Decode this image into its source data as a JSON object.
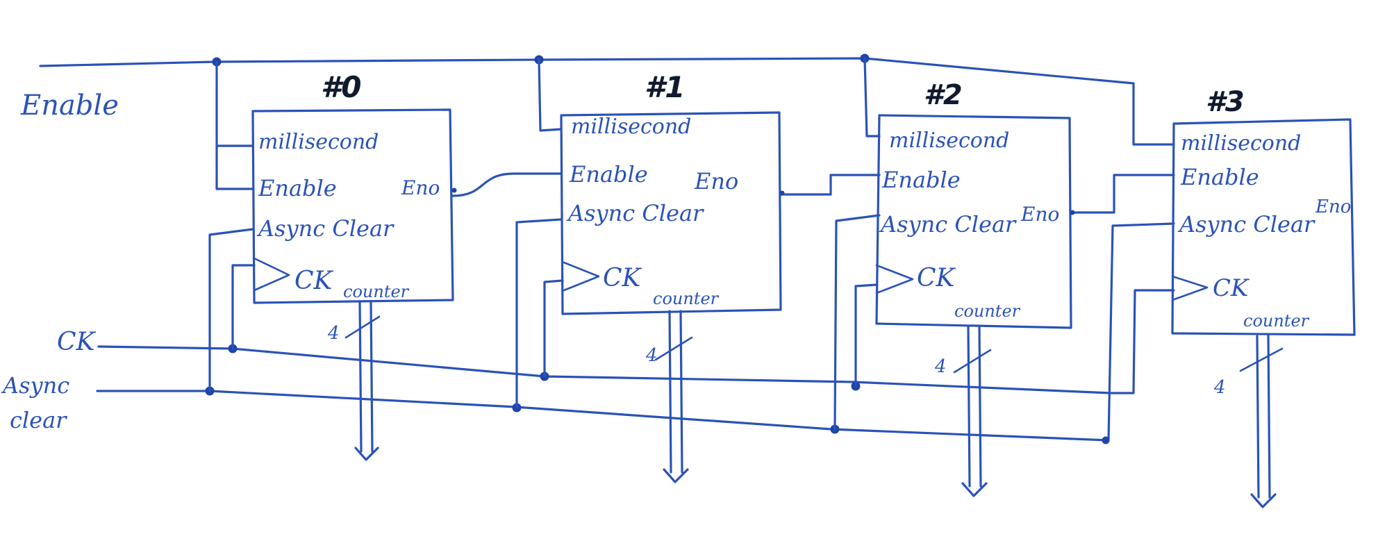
{
  "signals": {
    "enable": "Enable",
    "ck": "CK",
    "async_line1": "Async",
    "async_line2": "clear"
  },
  "blocks": [
    {
      "number": "#0",
      "port_millisecond": "millisecond",
      "port_enable": "Enable",
      "port_async": "Async Clear",
      "port_ck": "CK",
      "output_eno": "Eno",
      "label": "counter",
      "bus_width": "4"
    },
    {
      "number": "#1",
      "port_millisecond": "millisecond",
      "port_enable": "Enable",
      "port_async": "Async Clear",
      "port_ck": "CK",
      "output_eno": "Eno",
      "label": "counter",
      "bus_width": "4"
    },
    {
      "number": "#2",
      "port_millisecond": "millisecond",
      "port_enable": "Enable",
      "port_async": "Async Clear",
      "port_ck": "CK",
      "output_eno": "Eno",
      "label": "counter",
      "bus_width": "4"
    },
    {
      "number": "#3",
      "port_millisecond": "millisecond",
      "port_enable": "Enable",
      "port_async": "Async Clear",
      "port_ck": "CK",
      "output_eno": "Eno",
      "label": "counter",
      "bus_width": "4"
    }
  ],
  "colors": {
    "ink": "#2a52b8",
    "heading": "#111a2e",
    "paper": "#ffffff"
  }
}
